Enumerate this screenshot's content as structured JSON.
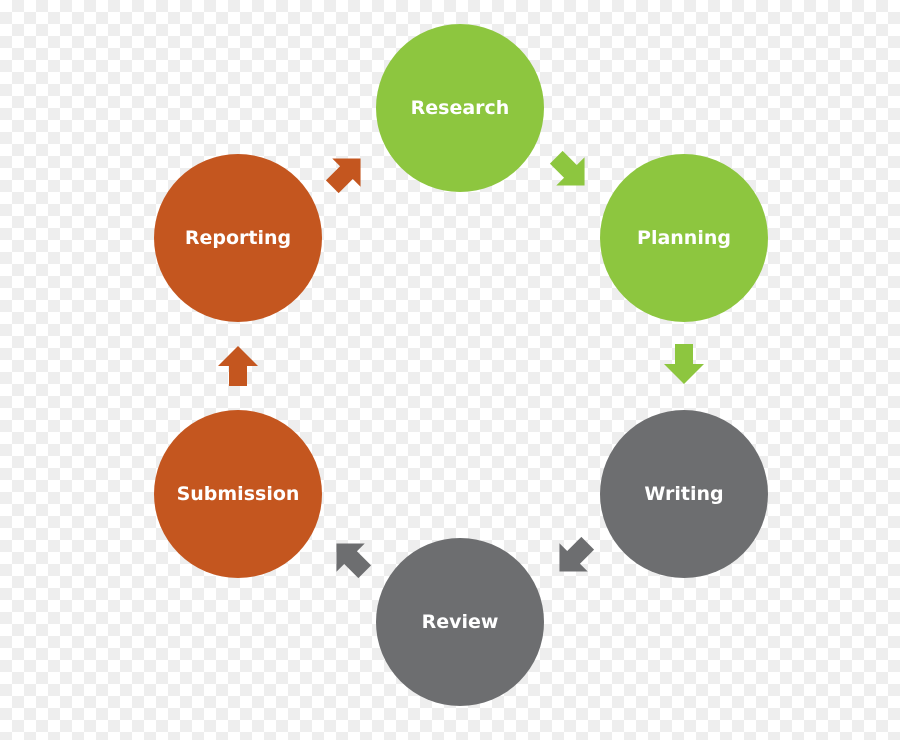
{
  "colors": {
    "green": "#8dc63f",
    "gray": "#6d6e70",
    "orange": "#c4561f"
  },
  "stages": [
    {
      "label": "Research",
      "color": "green"
    },
    {
      "label": "Planning",
      "color": "green"
    },
    {
      "label": "Writing",
      "color": "gray"
    },
    {
      "label": "Review",
      "color": "gray"
    },
    {
      "label": "Submission",
      "color": "orange"
    },
    {
      "label": "Reporting",
      "color": "orange"
    }
  ],
  "arrows": [
    {
      "from": "Research",
      "to": "Planning",
      "color": "green"
    },
    {
      "from": "Planning",
      "to": "Writing",
      "color": "green"
    },
    {
      "from": "Writing",
      "to": "Review",
      "color": "gray"
    },
    {
      "from": "Review",
      "to": "Submission",
      "color": "gray"
    },
    {
      "from": "Submission",
      "to": "Reporting",
      "color": "orange"
    },
    {
      "from": "Reporting",
      "to": "Research",
      "color": "orange"
    }
  ]
}
